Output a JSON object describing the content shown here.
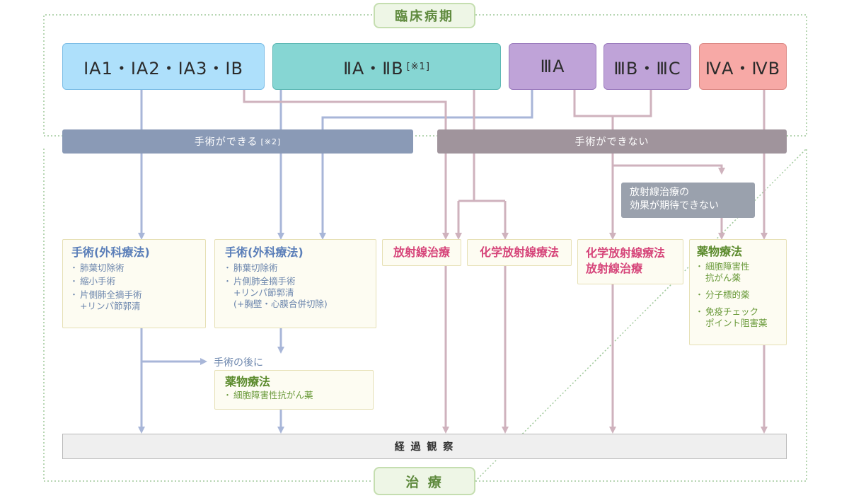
{
  "header_pill": "臨床病期",
  "footer_pill": "治 療",
  "stages": [
    {
      "label": "IA1・IA2・IA3・IB",
      "note": ""
    },
    {
      "label": "ⅡA・ⅡB",
      "note": "[※1]"
    },
    {
      "label": "ⅢA",
      "note": ""
    },
    {
      "label": "ⅢB・ⅢC",
      "note": ""
    },
    {
      "label": "ⅣA・ⅣB",
      "note": ""
    }
  ],
  "operable_bar": {
    "label": "手術ができる",
    "note": "[※2]"
  },
  "inoperable_bar": {
    "label": "手術ができない"
  },
  "no_effect_note": {
    "line1": "放射線治療の",
    "line2": "効果が期待できない"
  },
  "surgery1": {
    "title": "手術(外科療法)",
    "items": [
      "肺葉切除術",
      "縮小手術",
      "片側肺全摘手術\n+リンパ節郭清"
    ]
  },
  "surgery2": {
    "title": "手術(外科療法)",
    "items": [
      "肺葉切除術",
      "片側肺全摘手術\n+リンパ節郭清\n(+胸壁・心膜合併切除)"
    ]
  },
  "after_surgery": "手術の後に",
  "post_drug": {
    "title": "薬物療法",
    "items": [
      "細胞障害性抗がん薬"
    ]
  },
  "radiation": {
    "title": "放射線治療"
  },
  "chemo_radiation": {
    "title": "化学放射線療法"
  },
  "combo": {
    "line1": "化学放射線療法",
    "line2": "放射線治療"
  },
  "drug": {
    "title": "薬物療法",
    "items": [
      "細胞障害性\n抗がん薬",
      "分子標的薬",
      "免疫チェック\nポイント阻害薬"
    ]
  },
  "follow_up": "経 過 観 察",
  "colors": {
    "stage1": "#aee0fb",
    "stage1_border": "#7cbde6",
    "stage2": "#86d6d3",
    "stage2_border": "#5db8b4",
    "stage3": "#bfa3d8",
    "stage3_border": "#9b7bbd",
    "stage4": "#f7a9a6",
    "stage4_border": "#dc8985",
    "operable_bar": "#8a9ab6",
    "inoperable_bar": "#a0949c",
    "note_bar": "#9aa1ad",
    "line_blue": "#a8b6d8",
    "line_pink": "#cfb2bd",
    "follow_bg": "#efefef",
    "follow_border": "#b8b8b8",
    "dotted": "#9fc89a"
  }
}
